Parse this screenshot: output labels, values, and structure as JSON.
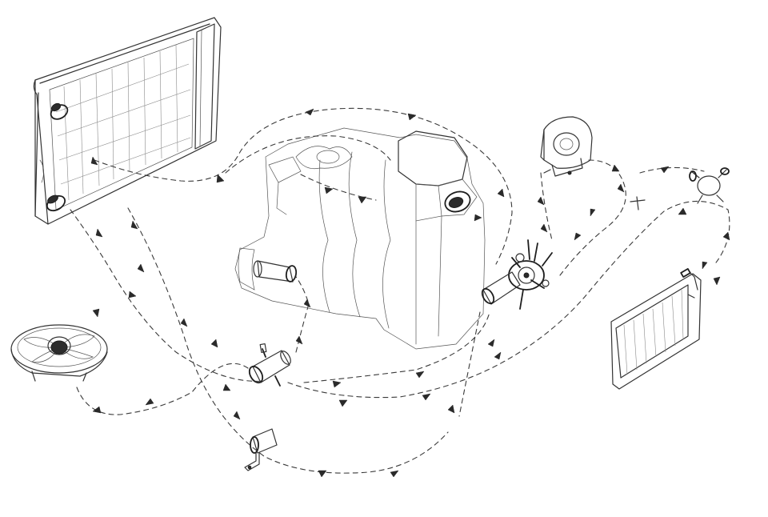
{
  "diagram": {
    "kind": "cooling system sketch",
    "style": "pencil line drawing on white",
    "colors": {
      "ink": "#2a2a2a",
      "paper": "#ffffff"
    },
    "components": [
      {
        "id": "main-radiator",
        "icon": "radiator-icon"
      },
      {
        "id": "engine-block",
        "icon": "engine-icon"
      },
      {
        "id": "thermostat",
        "icon": "thermostat-icon"
      },
      {
        "id": "water-pump",
        "icon": "pump-icon"
      },
      {
        "id": "tee-fitting",
        "icon": "pipe-tee-icon"
      },
      {
        "id": "fan",
        "icon": "fan-icon"
      },
      {
        "id": "heater-blower",
        "icon": "blower-icon"
      },
      {
        "id": "heater-valve",
        "icon": "valve-icon"
      },
      {
        "id": "heater-core",
        "icon": "radiator-icon"
      },
      {
        "id": "pipe-bracket",
        "icon": "bracket-icon"
      }
    ],
    "flow_paths": 9
  }
}
